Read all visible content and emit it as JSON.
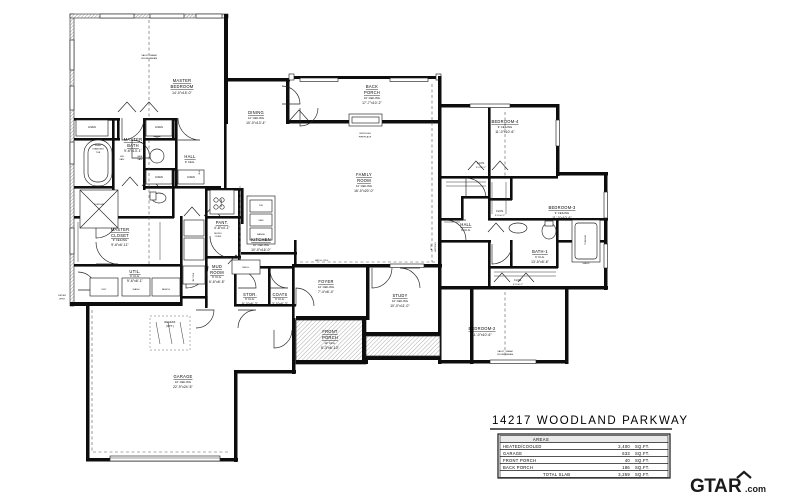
{
  "document": {
    "type": "architectural-floor-plan",
    "title": "14217  WOODLAND  PARKWAY",
    "watermark": "GTAR.com"
  },
  "areas_table": {
    "header": "AREAS",
    "unit": "SQ.FT.",
    "rows": [
      {
        "label": "HEATED/COOLED",
        "value": "2,400",
        "unit": "SQ.FT."
      },
      {
        "label": "GARAGE",
        "value": "633",
        "unit": "SQ.FT."
      },
      {
        "label": "FRONT  PORCH",
        "value": "40",
        "unit": "SQ.FT."
      },
      {
        "label": "BACK  PORCH",
        "value": "186",
        "unit": "SQ.FT."
      }
    ],
    "total": {
      "label": "TOTAL  SLAB",
      "value": "3,259",
      "unit": "SQ.FT."
    }
  },
  "rooms": {
    "master_bedroom": {
      "name": "MASTER",
      "name2": "BEDROOM",
      "dim": "14'-0\"x15'-0\"",
      "note": "VAULT / BEAM",
      "note2": "CEILING/BEAM"
    },
    "master_bath": {
      "name": "MASTER",
      "name2": "BATH",
      "dim": "9'-6\"x13'-1\"",
      "ceiling": "9' CLG."
    },
    "master_closet": {
      "name": "MASTER",
      "name2": "CLOSET",
      "dim": "9'-6\"x6'-11\"",
      "ceiling": "9' CEILING"
    },
    "dining": {
      "name": "DINING",
      "dim": "10'-0\"x13'-4\"",
      "ceiling": "12'  CEILING"
    },
    "kitchen": {
      "name": "KITCHEN",
      "dim": "10'-0\"x16'-0\"",
      "ceiling": "10'  CEILING"
    },
    "family_room": {
      "name": "FAMILY",
      "name2": "ROOM",
      "dim": "16'-0\"x20'-0\"",
      "ceiling": "12'  CEILING"
    },
    "back_porch": {
      "name": "BACK",
      "name2": "PORCH",
      "dim": "17'-7\"x10'-2\"",
      "ceiling": "10'  CEILING"
    },
    "front_porch": {
      "name": "FRONT",
      "name2": "PORCH",
      "dim": "6'-3\"x6'-10\"",
      "ceiling": "12'  CLG."
    },
    "foyer": {
      "name": "FOYER",
      "dim": "7'-4\"x6'-4\"",
      "ceiling": "12'  CEILING"
    },
    "study": {
      "name": "STUDY",
      "dim": "10'-0\"x11'-0\"",
      "ceiling": "10'  CEILING"
    },
    "garage": {
      "name": "GARAGE",
      "dim": "22'-9\"x24'-5\"",
      "ceiling": "10'  CEILING"
    },
    "bedroom_4": {
      "name": "BEDROOM-4",
      "dim": "11'-0\"x10'-6\"",
      "ceiling": "9'  CEILING"
    },
    "bedroom_3": {
      "name": "BEDROOM-3",
      "dim": "11'-0\"x10'-6\"",
      "ceiling": "9'  CEILING"
    },
    "bedroom_2": {
      "name": "BEDROOM-2",
      "dim": "11'-0\"x10'-6\"",
      "ceiling": "9'  CEILING"
    },
    "bath_1": {
      "name": "BATH-1",
      "dim": "13'-5\"x5'-6\"",
      "ceiling": "9'  CLG."
    },
    "hall_left": {
      "name": "HALL",
      "ceiling": "9'  CEIL."
    },
    "hall_right": {
      "name": "HALL",
      "ceiling": "9'  CLG."
    },
    "mud_room": {
      "name": "MUD",
      "name2": "ROOM",
      "dim": "6'-6\"x6'-5\"",
      "ceiling": "9' CLG."
    },
    "utility": {
      "name": "UTIL.",
      "dim": "9'-6\"x6'-1\"",
      "ceiling": "9' CLG."
    },
    "storage": {
      "name": "STOR.",
      "dim": "5'-3\"x6'-2\"",
      "ceiling": "9' CLG."
    },
    "coats": {
      "name": "COATS",
      "dim": "3'-0\"x6'-2\"",
      "ceiling": "9' CLG."
    },
    "pantry": {
      "name": "PANT.",
      "dim": "4'-8\"x4'-1\"",
      "ceiling": "9' CLG."
    }
  },
  "fixtures": {
    "ventless_fireplace": "VENTLESS\nFIREPLACE",
    "fireplace_line1": "VENTLESS",
    "fireplace_line2": "FIREPLACE",
    "free_standing_tub1": "FREE",
    "free_standing_tub2": "STANDING",
    "free_standing_tub3": "TUB",
    "linen": "LINEN",
    "closet": "CLOS.",
    "shelf": "SHELF",
    "dryer": "DRY",
    "washer": "WASH",
    "refrigerator": "REFG.",
    "dishwasher": "DW",
    "sink": "SINK",
    "range": "RANGE",
    "micro_oven1": "MICRO",
    "micro_oven2": "OVEN",
    "built_ins": "BLT-INS",
    "dryer_vent1": "DRYER",
    "dryer_vent2": "VENT",
    "recess1": "RECESS",
    "recess2": "(OPT.)",
    "his_vanity": "HIS",
    "her_vanity": "HER",
    "vanity": "VAN.",
    "island": "ISLAND",
    "bench": "BENCH",
    "water_heater": "W.H.",
    "attic_access": "ATTIC",
    "attic_access2": "ACCESS",
    "tub_shower": "TUB/SHR",
    "vault_beam1": "VAULT / BEAM",
    "vault_beam2": "CEILING/BEAM",
    "arch_opening": "ARCH. OPG."
  },
  "colors": {
    "wall": "#111111",
    "line": "#222222",
    "dash": "#555555",
    "paper": "#ffffff",
    "logo": "#1b1b1b"
  }
}
